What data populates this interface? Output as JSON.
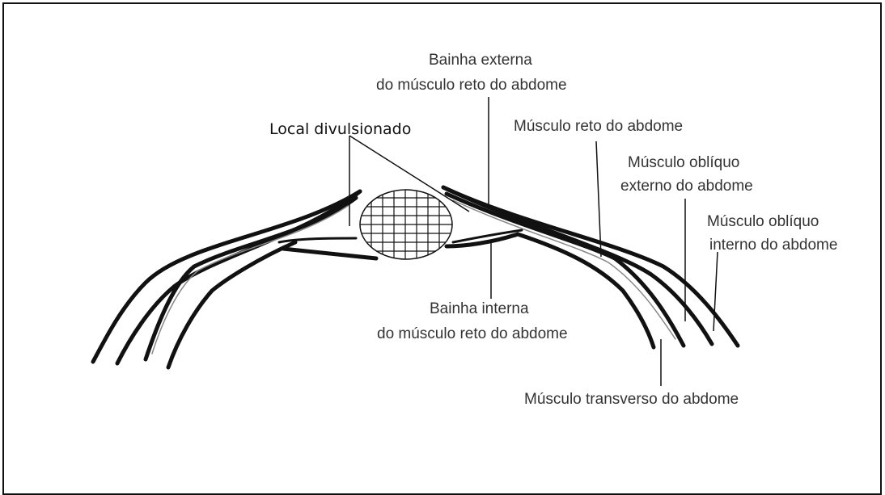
{
  "diagram": {
    "labels": {
      "local_divulsionado": "Local divulsionado",
      "bainha_externa_1": "Bainha externa",
      "bainha_externa_2": "do músculo reto do abdome",
      "musculo_reto": "Músculo reto do abdome",
      "obliquo_externo_1": "Músculo oblíquo",
      "obliquo_externo_2": "externo do abdome",
      "obliquo_interno_1": "Músculo oblíquo",
      "obliquo_interno_2": "interno do abdome",
      "bainha_interna_1": "Bainha interna",
      "bainha_interna_2": "do músculo reto do abdome",
      "transverso": "Músculo transverso do abdome"
    },
    "colors": {
      "line": "#111111",
      "text": "#333333",
      "inner_sheath": "#888888"
    }
  }
}
